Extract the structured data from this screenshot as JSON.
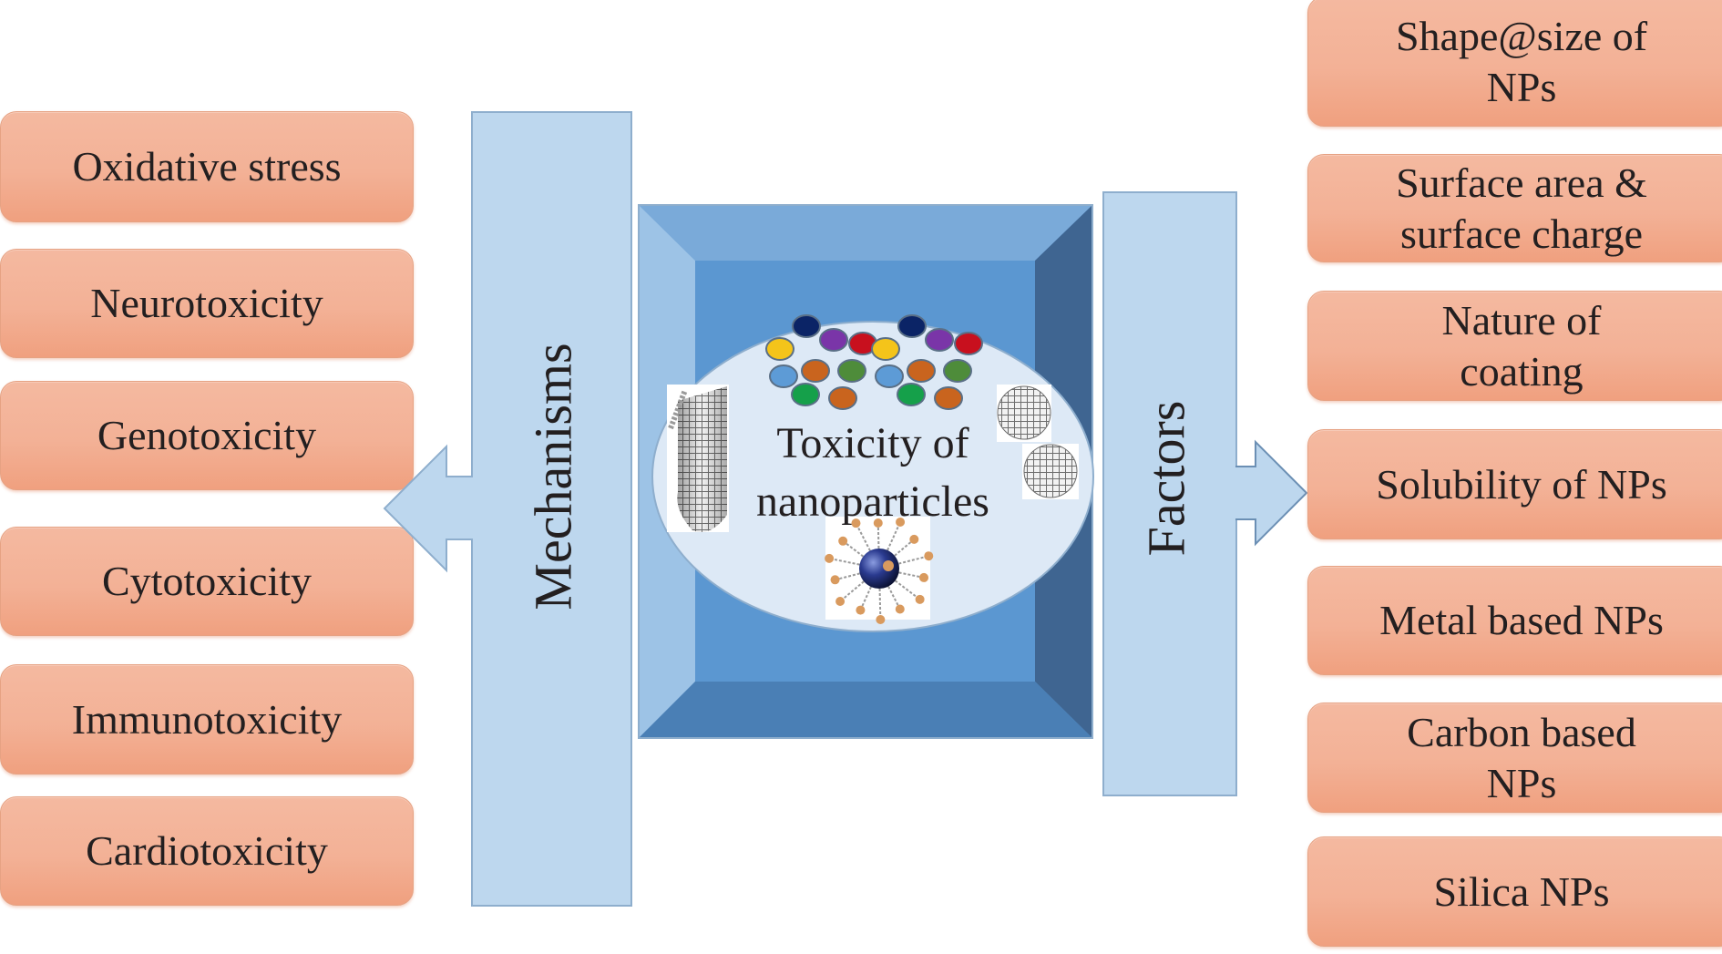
{
  "center": {
    "title": "Toxicity of\nnanoparticles",
    "particle_colors": {
      "navy": "#0b2466",
      "purple": "#7a35a8",
      "red": "#c8101e",
      "yellow": "#f4c41a",
      "light_blue": "#5d9bd6",
      "orange": "#c9641e",
      "olive_green": "#4e8c3a",
      "green": "#15a04a"
    }
  },
  "mechanisms": {
    "label": "Mechanisms",
    "items": [
      {
        "label": "Oxidative stress"
      },
      {
        "label": "Neurotoxicity"
      },
      {
        "label": "Genotoxicity"
      },
      {
        "label": "Cytotoxicity"
      },
      {
        "label": "Immunotoxicity"
      },
      {
        "label": "Cardiotoxicity"
      }
    ]
  },
  "factors": {
    "label": "Factors",
    "items": [
      {
        "label": "Shape@size of\nNPs"
      },
      {
        "label": "Surface area &\nsurface charge"
      },
      {
        "label": "Nature of\ncoating"
      },
      {
        "label": "Solubility of NPs"
      },
      {
        "label": "Metal based NPs"
      },
      {
        "label": "Carbon based\nNPs"
      },
      {
        "label": "Silica NPs"
      }
    ]
  },
  "colors": {
    "box_fill": "#f3b196",
    "bar_fill": "#bdd7ee",
    "frame_top": "#7aaad9",
    "frame_inner": "#5b97d1",
    "frame_right": "#3f6591",
    "frame_left": "#9dc3e6",
    "frame_bottom": "#4a7fb5",
    "ellipse_fill": "#dde9f6"
  }
}
